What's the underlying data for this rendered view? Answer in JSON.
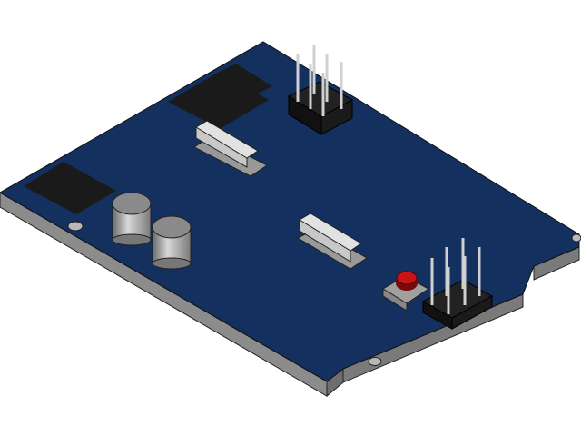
{
  "scene": {
    "subject": "pcb-board-3d-render",
    "colors": {
      "background": "#ffffff",
      "board_top": "#14305e",
      "board_edge": "#8c8c8c",
      "board_edge_dark": "#6e6e6e",
      "pad": "#1a1a1a",
      "metal": "#c8c8c8",
      "button": "#c81414",
      "header": "#111111",
      "pin": "#d0d0d0"
    },
    "components": [
      "pad",
      "pad",
      "pad",
      "crystal",
      "crystal",
      "capacitor",
      "capacitor",
      "pin-header",
      "pin-header",
      "push-button",
      "mounting-hole",
      "mounting-hole",
      "mounting-hole",
      "mounting-hole"
    ]
  }
}
